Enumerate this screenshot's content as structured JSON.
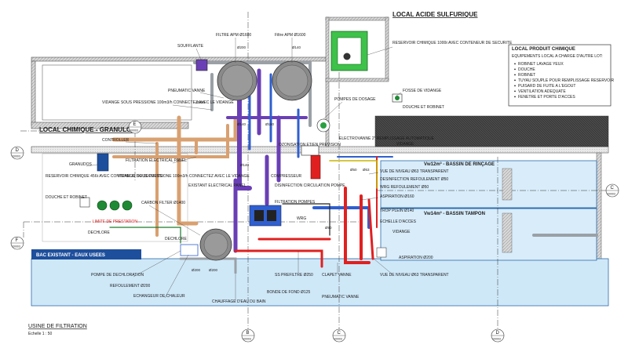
{
  "title": {
    "name": "USINE DE FILTRATION",
    "scale": "Echelle 1 : 50"
  },
  "rooms": {
    "acid": "LOCAL ACIDE SULFURIQUE",
    "chem": "LOCAL CHIMIQUE - GRANULOS",
    "rinse": "Vw12m³ - BASSIN DE RINÇAGE",
    "buffer": "Vw14m³ - BASSIN TAMPON",
    "existing": "BAC EXISTANT - EAUX USEES"
  },
  "legend_box": {
    "title": "LOCAL PRODUIT CHIMIQUE",
    "subtitle": "EQUIPEMENTS LOCAL A CHARGE D'AUTRE LOT:",
    "items": [
      "ROBINET LAVAGE YEUX",
      "DOUCHE",
      "ROBINET",
      "TUYAU SOUPLE POUR REMPLISSAGE RESERVOIR",
      "PUISARD DE FUITE A L'EGOUT",
      "VENTILATION ADEQUATE",
      "FENETRE ET PORTE D'ACCES"
    ]
  },
  "grid_tags": {
    "e_top": "E",
    "e_top_ref": "D0003",
    "d_left": "D",
    "d_left_ref": "D0003",
    "c_right": "C",
    "c_right_ref": "D0003",
    "f_left": "F",
    "f_left_ref": "D0003",
    "b_bottom": "B",
    "b_bottom_ref": "D0003",
    "c_bottom": "C",
    "c_bottom_ref": "D0003",
    "d_bottom": "D",
    "d_bottom_ref": "D0003"
  },
  "labels": {
    "filtre_a": "FILTRE APM Ø1600",
    "filtre_b": "Filtre APM Ø1600",
    "soufflante": "SOUFFLANTE",
    "res_1000": "RESERVOIR CHIMIQUE 1000ℓ AVEC CONTENEUR DE SECURITE",
    "pompes_dosage": "POMPES DE DOSAGE",
    "fosse": "FOSSE DE VIDANGE",
    "douche_r": "DOUCHE ET ROBINET",
    "pneu_vanne": "PNEUMATIC VANNE",
    "vidange_1": "VIDANGE SOUS PRESSIONE 100m3/h CONNECTEZ AVEC LE VIDANGE",
    "controller": "CONTROLLER",
    "granudos": "GRANUDOS",
    "filt_panel": "FILTRATION ELECTRICAL PANEL",
    "res_456": "RESERVOIR CHIMIQUE 456ℓ AVEC CONTENEUR DE SECURITE",
    "vidange_2": "VIDANGE SOUS PRESSIONE 100m3/h CONNECTEZ AVEC LE VIDANGE",
    "douche_l": "DOUCHE ET ROBINET",
    "existant_panel": "EXISTANT ELECTRICAL PANEL",
    "carbon": "CARBON FILTER Ø1400",
    "limite": "LIMITE DE PRESTATION",
    "dechlore_1": "DECHLORE",
    "dechlore_2": "DECHLORE",
    "ozonisation": "OZONISATION ET/EN PREVISION",
    "electrovanne": "ELECTROVANNE 2\" REMPLISSAGE AUTOMATIQUE",
    "vidange_top": "VIDANGE",
    "compresseur": "COMPRESSEUR",
    "disinfection": "DISINFECTION CIRCULATION POMPE",
    "filt_pompes": "FILTRATION POMPES",
    "wrg": "WRG",
    "vue_niveau_1": "VUE DE NIVEAU Ø63 TRANSPARENT",
    "desinfection_ref": "DESINFECTION REFOULEMENT Ø50",
    "wrg_ref": "WRG REFOULEMENT Ø50",
    "aspiration_1": "ASPIRATION Ø160",
    "trop_plein": "TROP PLEIN Ø140",
    "echelle": "ECHELLE D'ACCES",
    "vidange_bt": "VIDANGE",
    "aspiration_2": "ASPIRATION Ø200",
    "pompe_dechl": "POMPE DE DECHLORATION",
    "refoul_200": "REFOULEMENT Ø200",
    "echangeur": "ECHANGEUR DE CHALEUR",
    "chauffage": "CHAUFFAGE D'EAU DU BAIN",
    "ss_prefiltre": "SS PREFILTRE Ø250",
    "bonde": "BONDE DE FOND Ø125",
    "clapet": "CLAPET VANNE",
    "pneu_vanne_2": "PNEUMATIC VANNE",
    "vue_niveau_2": "VUE DE NIVEAU Ø63 TRANSPARENT",
    "d200": "Ø200",
    "d140": "Ø140",
    "d250": "Ø250",
    "d160": "Ø160",
    "d63": "Ø63",
    "d50": "Ø50",
    "d90": "Ø90"
  },
  "colors": {
    "water": "#cfe8f8",
    "pipe_purple": "#6a3fb5",
    "pipe_blue": "#2f5fd0",
    "pipe_orange": "#d9a070",
    "pipe_red": "#e02020",
    "pipe_gray": "#9aa0a6",
    "acid_green": "#3ec24a"
  }
}
